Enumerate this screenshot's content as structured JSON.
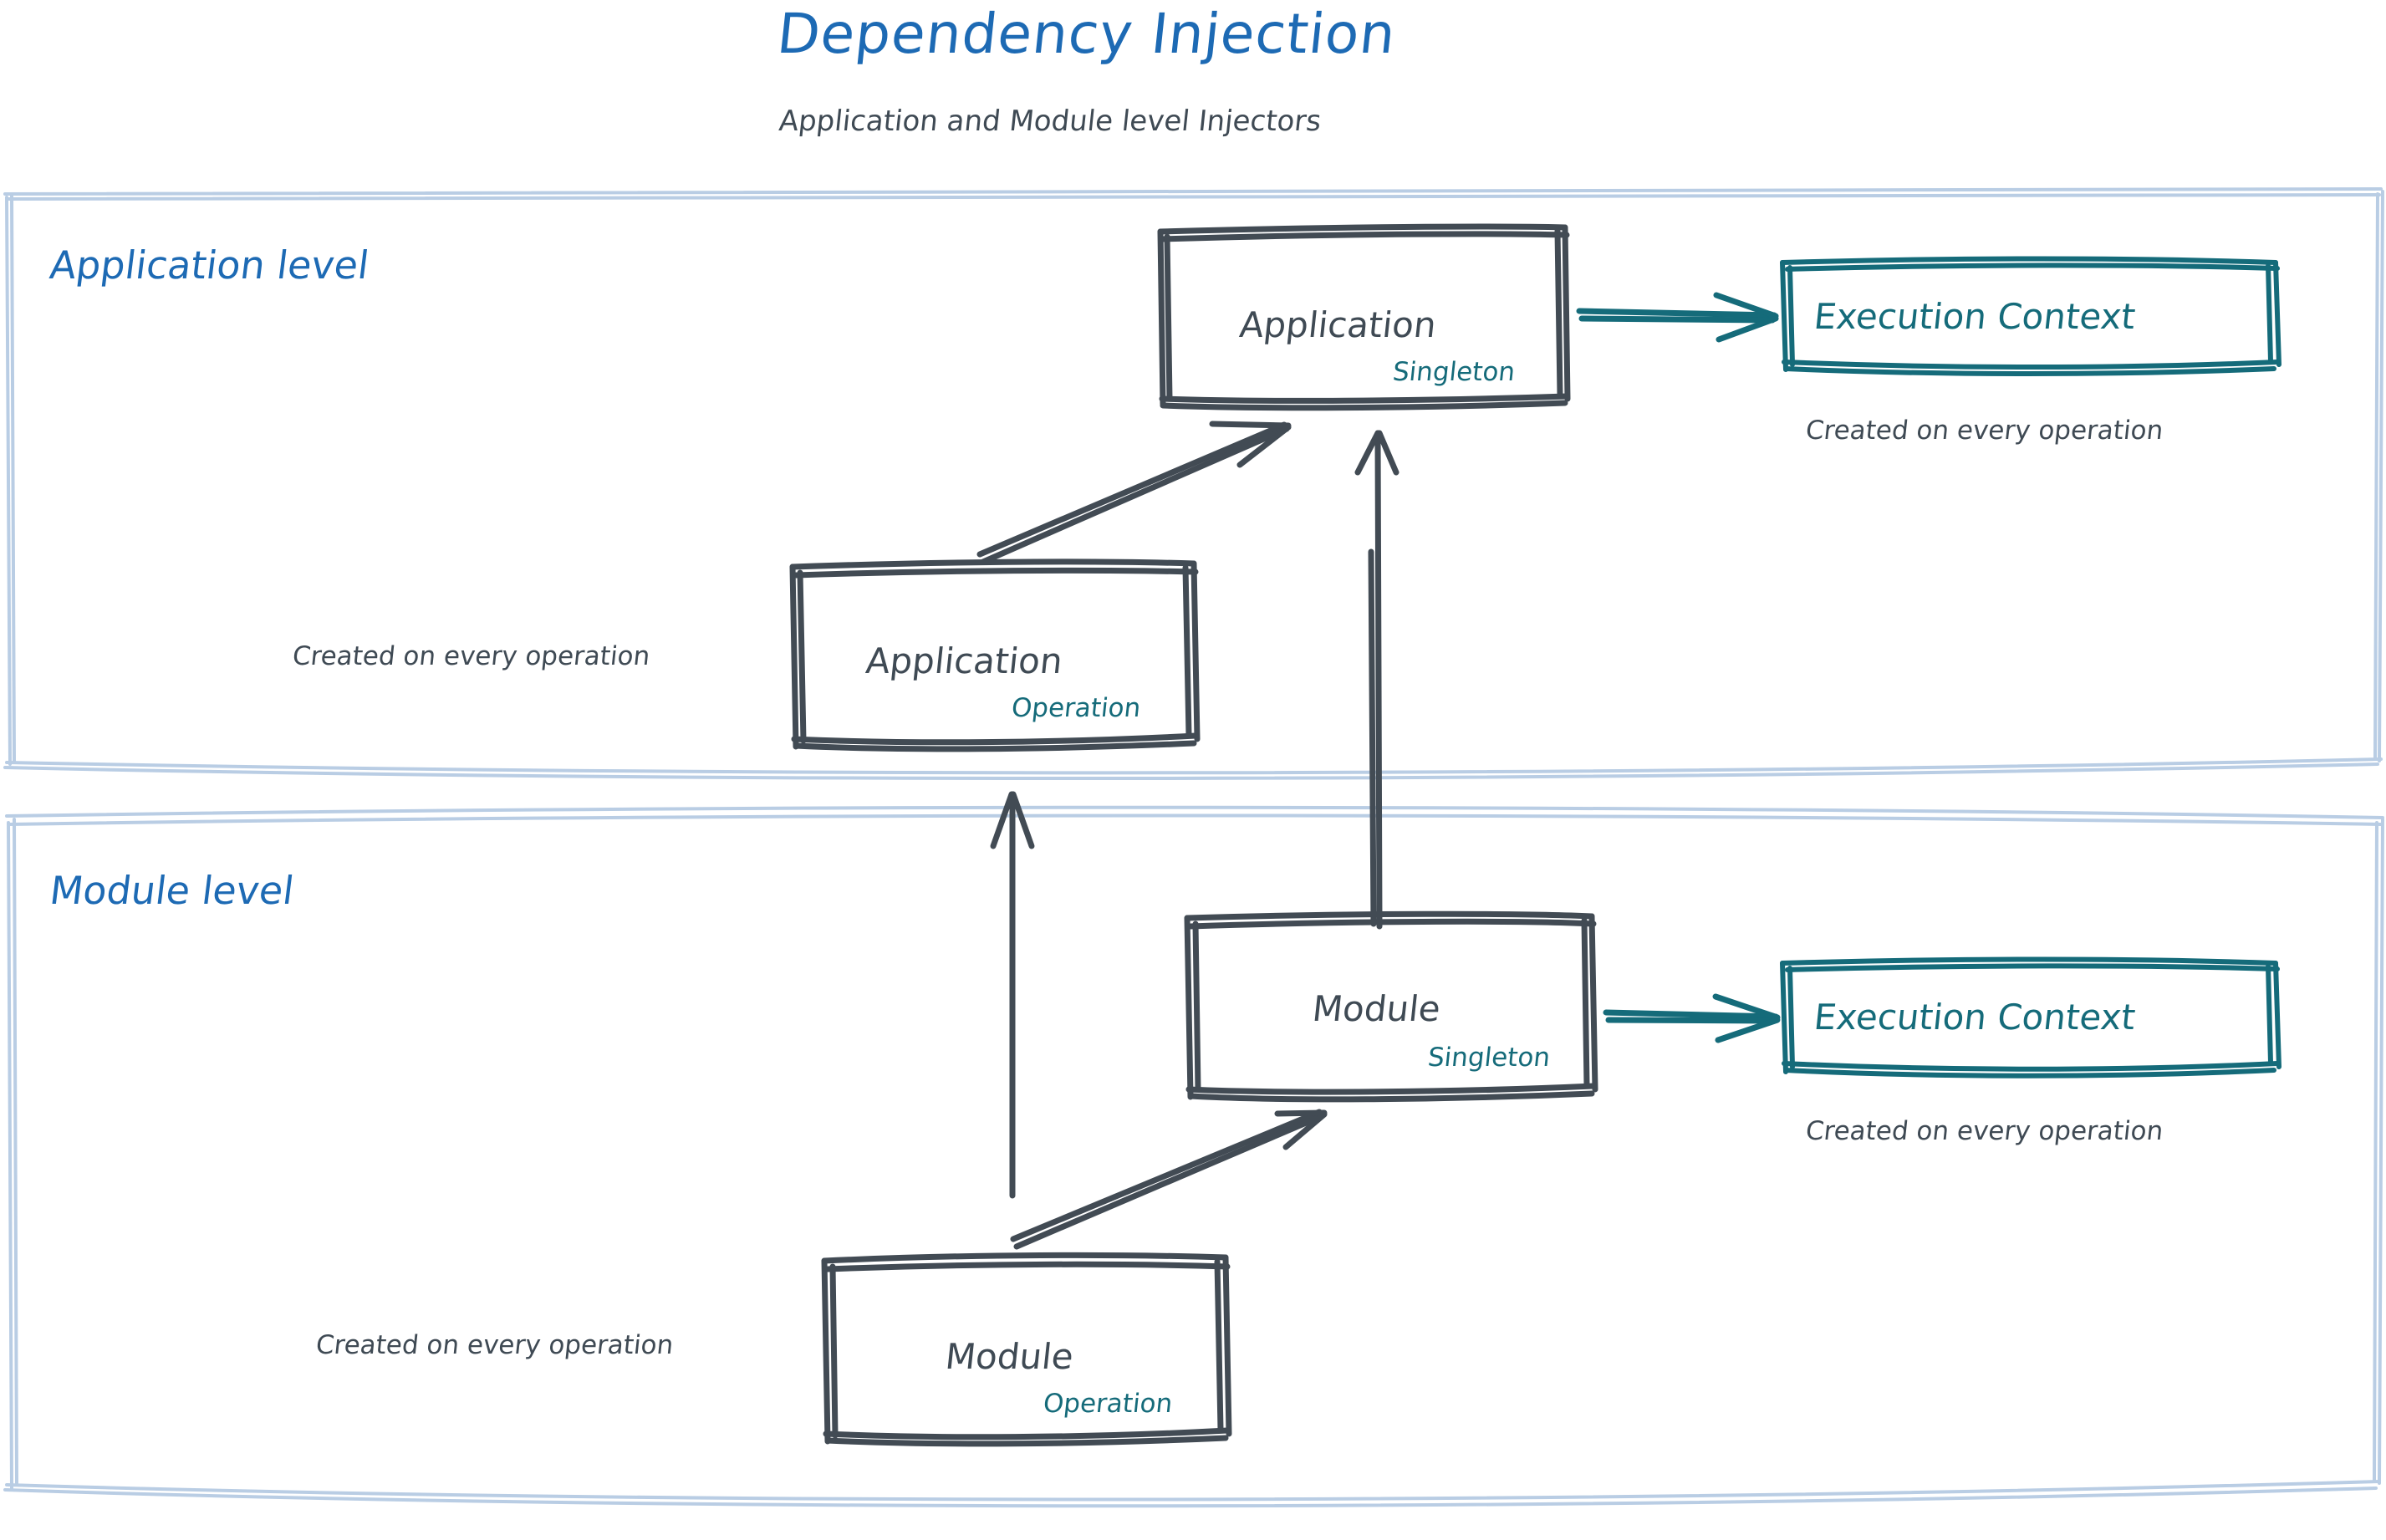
{
  "header": {
    "title": "Dependency Injection",
    "subtitle": "Application and Module level Injectors",
    "title_color": "#1d6ab4",
    "subtitle_color": "#3f4a54"
  },
  "colors": {
    "accent_blue": "#1d6ab4",
    "lane_border": "#b9cde4",
    "node_stroke": "#424b54",
    "teal": "#156b7a",
    "text_dark": "#3f4a54",
    "background": "#ffffff"
  },
  "lanes": [
    {
      "id": "application-level",
      "label": "Application level"
    },
    {
      "id": "module-level",
      "label": "Module level"
    }
  ],
  "nodes": [
    {
      "id": "application-singleton",
      "label": "Application",
      "scope": "Singleton",
      "lane": "application-level"
    },
    {
      "id": "execution-context-application",
      "label": "Execution Context",
      "scope": "",
      "lane": "application-level"
    },
    {
      "id": "application-operation",
      "label": "Application",
      "scope": "Operation",
      "lane": "application-level"
    },
    {
      "id": "module-singleton",
      "label": "Module",
      "scope": "Singleton",
      "lane": "module-level"
    },
    {
      "id": "execution-context-module",
      "label": "Execution Context",
      "scope": "",
      "lane": "module-level"
    },
    {
      "id": "module-operation",
      "label": "Module",
      "scope": "Operation",
      "lane": "module-level"
    }
  ],
  "captions": [
    {
      "id": "caption-execution-context-application",
      "text": "Created on every operation"
    },
    {
      "id": "caption-application-operation",
      "text": "Created on every operation"
    },
    {
      "id": "caption-execution-context-module",
      "text": "Created on every operation"
    },
    {
      "id": "caption-module-operation",
      "text": "Created on every operation"
    }
  ],
  "edges": [
    {
      "id": "edge-application-singleton-to-execution-context",
      "from": "application-singleton",
      "to": "execution-context-application",
      "color": "#156b7a"
    },
    {
      "id": "edge-application-operation-to-application-singleton",
      "from": "application-operation",
      "to": "application-singleton",
      "color": "#424b54"
    },
    {
      "id": "edge-module-singleton-to-application-singleton",
      "from": "module-singleton",
      "to": "application-singleton",
      "color": "#424b54"
    },
    {
      "id": "edge-module-operation-to-application-operation",
      "from": "module-operation",
      "to": "application-operation",
      "color": "#424b54"
    },
    {
      "id": "edge-module-operation-to-module-singleton",
      "from": "module-operation",
      "to": "module-singleton",
      "color": "#424b54"
    },
    {
      "id": "edge-module-singleton-to-execution-context",
      "from": "module-singleton",
      "to": "execution-context-module",
      "color": "#156b7a"
    }
  ]
}
